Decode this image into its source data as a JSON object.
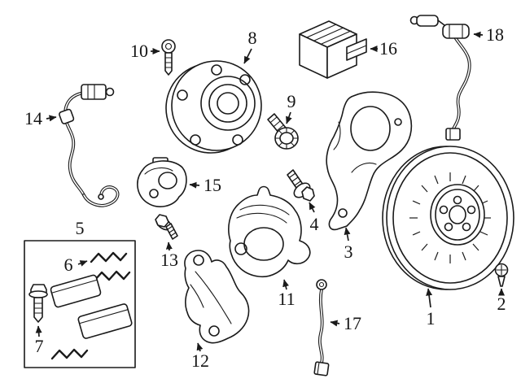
{
  "diagram": {
    "background_color": "#ffffff",
    "line_color": "#1a1a1a",
    "callouts": [
      {
        "number": "1",
        "target": "brake-rotor"
      },
      {
        "number": "2",
        "target": "rotor-set-screw"
      },
      {
        "number": "3",
        "target": "splash-shield"
      },
      {
        "number": "4",
        "target": "bracket-bolt"
      },
      {
        "number": "5",
        "target": "brake-pad-kit-box"
      },
      {
        "number": "6",
        "target": "pad-retainer-clips"
      },
      {
        "number": "7",
        "target": "kit-flange-bolt"
      },
      {
        "number": "8",
        "target": "wheel-hub-assembly"
      },
      {
        "number": "9",
        "target": "hub-bolt-with-washer"
      },
      {
        "number": "10",
        "target": "hub-screw"
      },
      {
        "number": "11",
        "target": "brake-caliper"
      },
      {
        "number": "12",
        "target": "caliper-mounting-bracket"
      },
      {
        "number": "13",
        "target": "actuator-bolt"
      },
      {
        "number": "14",
        "target": "wear-sensor-wire-front"
      },
      {
        "number": "15",
        "target": "parking-brake-actuator"
      },
      {
        "number": "16",
        "target": "control-module"
      },
      {
        "number": "17",
        "target": "wear-sensor-wire-rear"
      },
      {
        "number": "18",
        "target": "abs-speed-sensor"
      }
    ]
  }
}
